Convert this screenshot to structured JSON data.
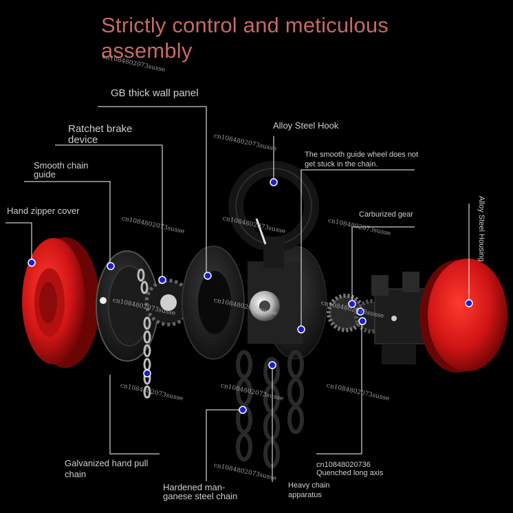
{
  "title": "Strictly control and meticulous assembly",
  "labels": {
    "gb_panel": "GB thick wall panel",
    "ratchet_1": "Ratchet brake",
    "ratchet_2": "device",
    "smooth_guide_1": "Smooth chain",
    "smooth_guide_2": "guide",
    "hand_zipper": "Hand zipper cover",
    "alloy_hook": "Alloy Steel Hook",
    "guide_wheel_1": "The smooth guide wheel does not",
    "guide_wheel_2": "get stuck in the chain.",
    "carburized_gear": "Carburized gear",
    "alloy_housing": "Alloy Steel Housing",
    "galvanized_1": "Galvanized hand pull",
    "galvanized_2": "chain",
    "hardened_1": "Hardened man-",
    "hardened_2": "ganese steel chain",
    "heavy_1": "Heavy chain",
    "heavy_2": "apparatus",
    "quenched_code": "cn10848020736",
    "quenched": "Quenched long axis"
  },
  "watermark": "cn1084802073susse",
  "colors": {
    "title": "#c76a64",
    "red_cover": "#d01515",
    "dot": "#1a1fd6",
    "line": "#ffffff"
  }
}
